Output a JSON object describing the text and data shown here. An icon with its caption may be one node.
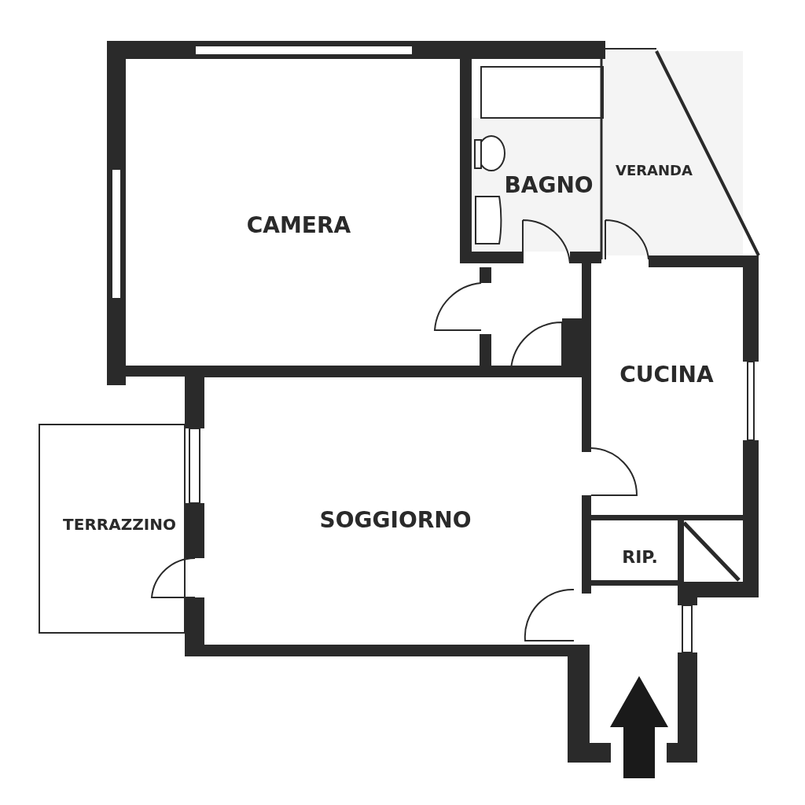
{
  "diagram": {
    "nodes": [
      {
        "text": [
          "CAMERA"
        ]
      },
      {
        "text": [
          "BAGNO"
        ]
      },
      {
        "text": [
          "VERANDA"
        ]
      },
      {
        "text": [
          "CUCINA"
        ]
      },
      {
        "text": [
          "TERRAZZINO"
        ]
      },
      {
        "text": [
          "SOGGIORNO"
        ]
      },
      {
        "text": [
          "RIP."
        ]
      }
    ]
  }
}
